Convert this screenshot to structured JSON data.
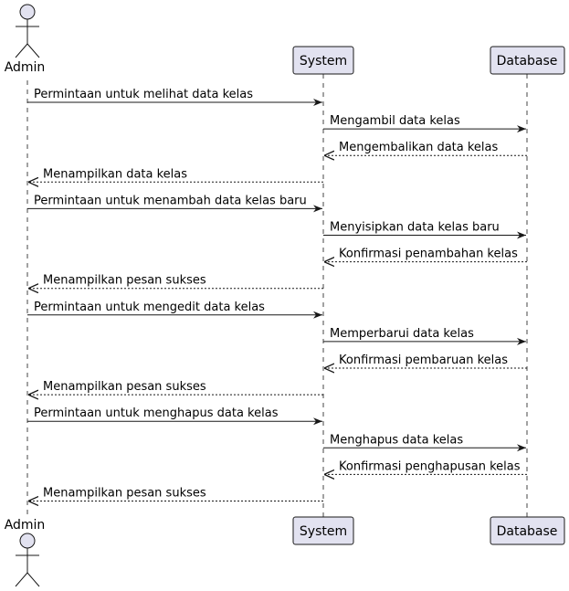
{
  "participants": [
    {
      "id": "admin",
      "label": "Admin",
      "kind": "actor"
    },
    {
      "id": "system",
      "label": "System",
      "kind": "participant"
    },
    {
      "id": "database",
      "label": "Database",
      "kind": "participant"
    }
  ],
  "messages": [
    {
      "from": "admin",
      "to": "system",
      "label": "Permintaan untuk melihat data kelas",
      "style": "solid"
    },
    {
      "from": "system",
      "to": "database",
      "label": "Mengambil data kelas",
      "style": "solid"
    },
    {
      "from": "database",
      "to": "system",
      "label": "Mengembalikan data kelas",
      "style": "dashed"
    },
    {
      "from": "system",
      "to": "admin",
      "label": "Menampilkan data kelas",
      "style": "dashed"
    },
    {
      "from": "admin",
      "to": "system",
      "label": "Permintaan untuk menambah data kelas baru",
      "style": "solid"
    },
    {
      "from": "system",
      "to": "database",
      "label": "Menyisipkan data kelas baru",
      "style": "solid"
    },
    {
      "from": "database",
      "to": "system",
      "label": "Konfirmasi penambahan kelas",
      "style": "dashed"
    },
    {
      "from": "system",
      "to": "admin",
      "label": "Menampilkan pesan sukses",
      "style": "dashed"
    },
    {
      "from": "admin",
      "to": "system",
      "label": "Permintaan untuk mengedit data kelas",
      "style": "solid"
    },
    {
      "from": "system",
      "to": "database",
      "label": "Memperbarui data kelas",
      "style": "solid"
    },
    {
      "from": "database",
      "to": "system",
      "label": "Konfirmasi pembaruan kelas",
      "style": "dashed"
    },
    {
      "from": "system",
      "to": "admin",
      "label": "Menampilkan pesan sukses",
      "style": "dashed"
    },
    {
      "from": "admin",
      "to": "system",
      "label": "Permintaan untuk menghapus data kelas",
      "style": "solid"
    },
    {
      "from": "system",
      "to": "database",
      "label": "Menghapus data kelas",
      "style": "solid"
    },
    {
      "from": "database",
      "to": "system",
      "label": "Konfirmasi penghapusan kelas",
      "style": "dashed"
    },
    {
      "from": "system",
      "to": "admin",
      "label": "Menampilkan pesan sukses",
      "style": "dashed"
    }
  ],
  "colors": {
    "participant_fill": "#e2e2f0",
    "participant_stroke": "#181818",
    "lifeline": "#181818",
    "arrow": "#181818"
  }
}
